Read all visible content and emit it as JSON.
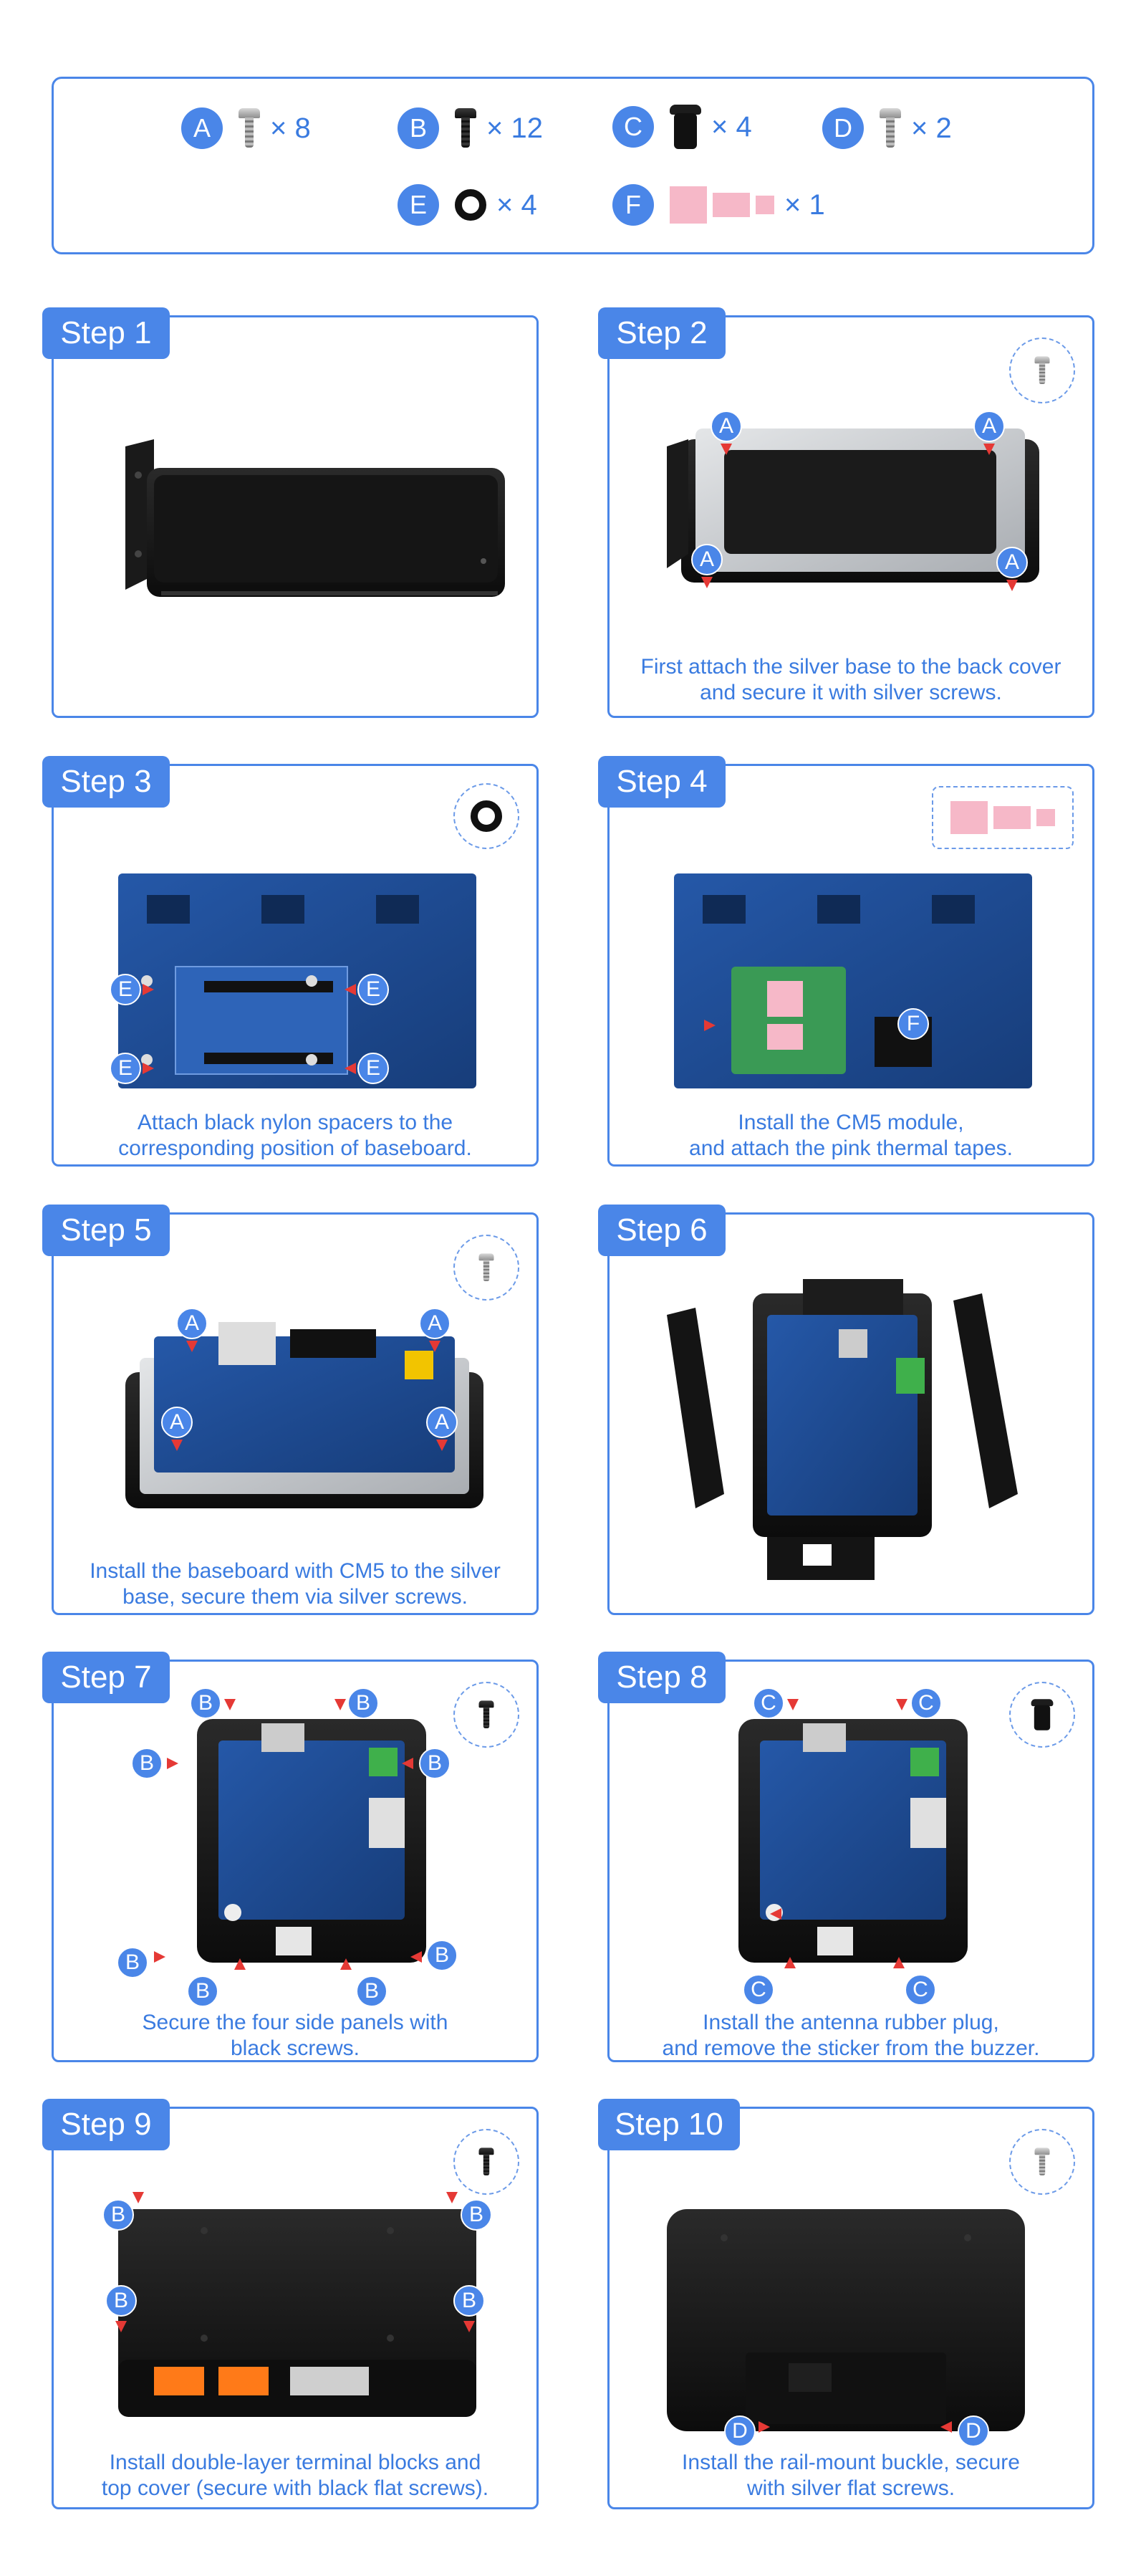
{
  "parts": [
    {
      "letter": "A",
      "qty": "× 8",
      "icon": "silver-screw-icon"
    },
    {
      "letter": "B",
      "qty": "× 12",
      "icon": "black-screw-icon"
    },
    {
      "letter": "C",
      "qty": "× 4",
      "icon": "rubber-plug-icon"
    },
    {
      "letter": "D",
      "qty": "× 2",
      "icon": "silver-flat-screw-icon"
    },
    {
      "letter": "E",
      "qty": "× 4",
      "icon": "nylon-spacer-icon"
    },
    {
      "letter": "F",
      "qty": "× 1",
      "icon": "thermal-tape-icon"
    }
  ],
  "steps": [
    {
      "label": "Step 1",
      "caption": []
    },
    {
      "label": "Step 2",
      "caption": [
        "First attach the silver base to the back cover",
        "and secure it with silver screws."
      ]
    },
    {
      "label": "Step 3",
      "caption": [
        "Attach black nylon spacers to the",
        "corresponding position of baseboard."
      ]
    },
    {
      "label": "Step 4",
      "caption": [
        "Install the CM5 module,",
        "and attach the pink thermal tapes."
      ]
    },
    {
      "label": "Step 5",
      "caption": [
        "Install the baseboard with CM5 to the silver",
        "base, secure them via silver screws."
      ]
    },
    {
      "label": "Step 6",
      "caption": []
    },
    {
      "label": "Step 7",
      "caption": [
        "Secure the four side panels with",
        "black screws."
      ]
    },
    {
      "label": "Step 8",
      "caption": [
        "Install the antenna rubber plug,",
        "and remove the sticker from the buzzer."
      ]
    },
    {
      "label": "Step 9",
      "caption": [
        "Install double-layer terminal blocks and",
        "top cover (secure with black flat screws)."
      ]
    },
    {
      "label": "Step 10",
      "caption": [
        "Install the rail-mount buckle, secure",
        "with silver flat screws."
      ]
    }
  ],
  "markers": {
    "a": "A",
    "b": "B",
    "c": "C",
    "d": "D",
    "e": "E",
    "f": "F"
  },
  "colors": {
    "accent": "#4a86e8",
    "arrow": "#e53935",
    "pink": "#f6b8c8",
    "board": "#1f4f96"
  }
}
